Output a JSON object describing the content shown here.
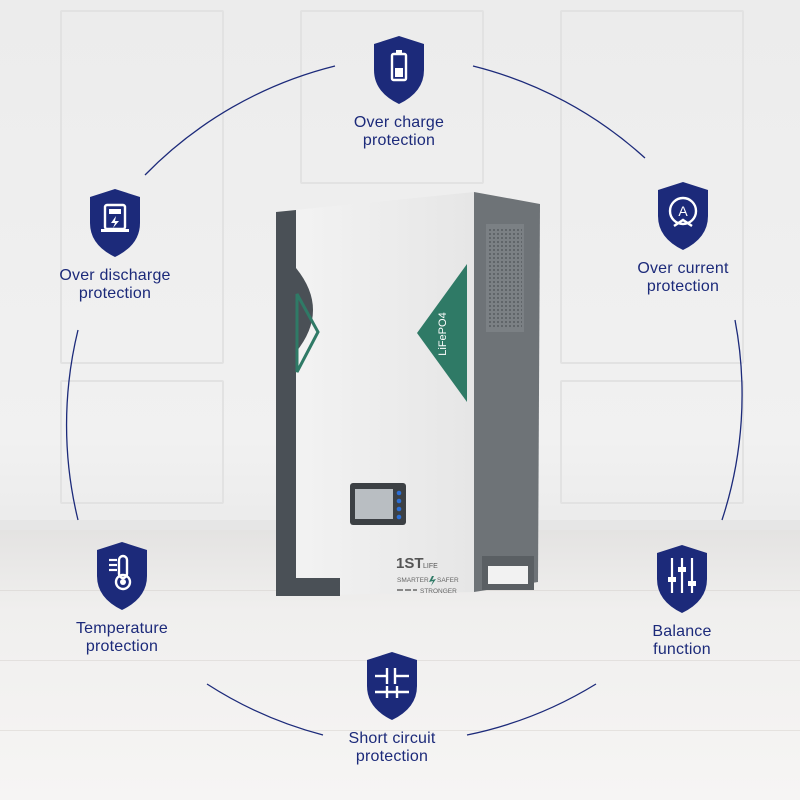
{
  "product": {
    "chemistry_label": "LiFePO4",
    "brand": "1ST",
    "brand_suffix": "LIFE",
    "slogan_line1_a": "SMARTER",
    "slogan_line1_b": "SAFER",
    "slogan_line2": "STRONGER"
  },
  "features": [
    {
      "icon": "battery-charge-icon",
      "line1": "Over charge",
      "line2": "protection"
    },
    {
      "icon": "discharge-station-icon",
      "line1": "Over discharge",
      "line2": "protection"
    },
    {
      "icon": "current-meter-icon",
      "line1": "Over current",
      "line2": "protection"
    },
    {
      "icon": "thermometer-icon",
      "line1": "Temperature",
      "line2": "protection"
    },
    {
      "icon": "balance-sliders-icon",
      "line1": "Balance",
      "line2": "function"
    },
    {
      "icon": "short-circuit-icon",
      "line1": "Short circuit",
      "line2": "protection"
    }
  ],
  "colors": {
    "shield": "#1c2a7a",
    "label": "#1c2a7a",
    "accent_green": "#2f7a66",
    "panel_dark": "#4a5056"
  }
}
